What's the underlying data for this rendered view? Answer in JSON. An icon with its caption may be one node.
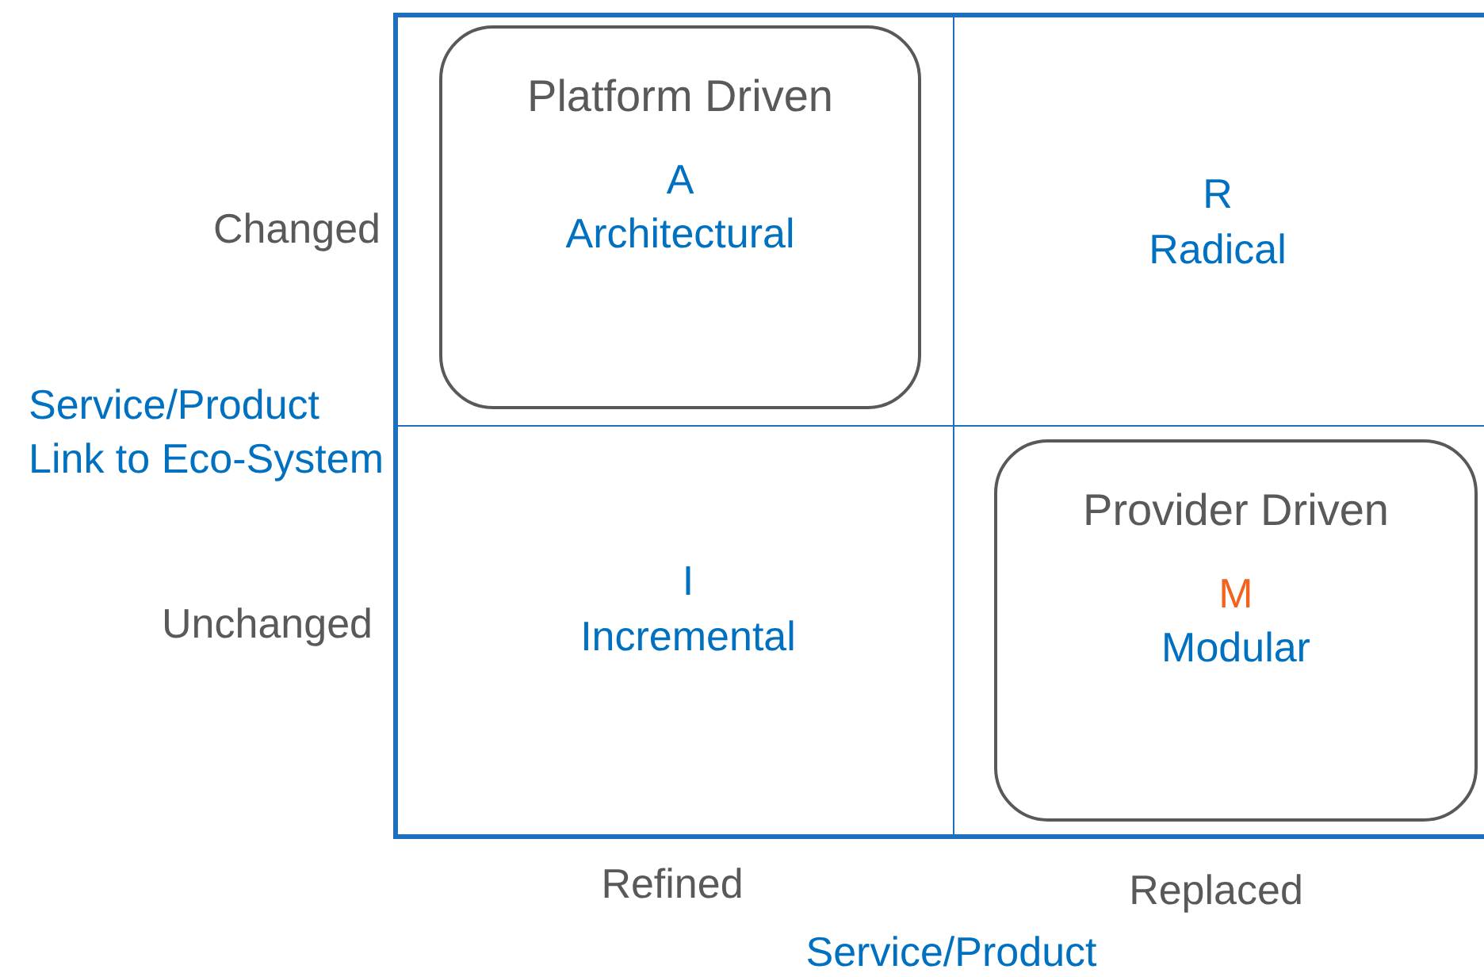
{
  "diagram": {
    "nodes": [
      {
        "text": [
          "Platform Driven",
          "A",
          "Architectural"
        ]
      },
      {
        "text": [
          "Provider Driven",
          "M",
          "Modular"
        ]
      }
    ],
    "edges": [],
    "labels": [
      "Changed",
      "R",
      "Radical",
      "Service/Product Link to Eco-System",
      "I",
      "Incremental",
      "Unchanged",
      "Refined",
      "Replaced",
      "Service/Product"
    ]
  }
}
